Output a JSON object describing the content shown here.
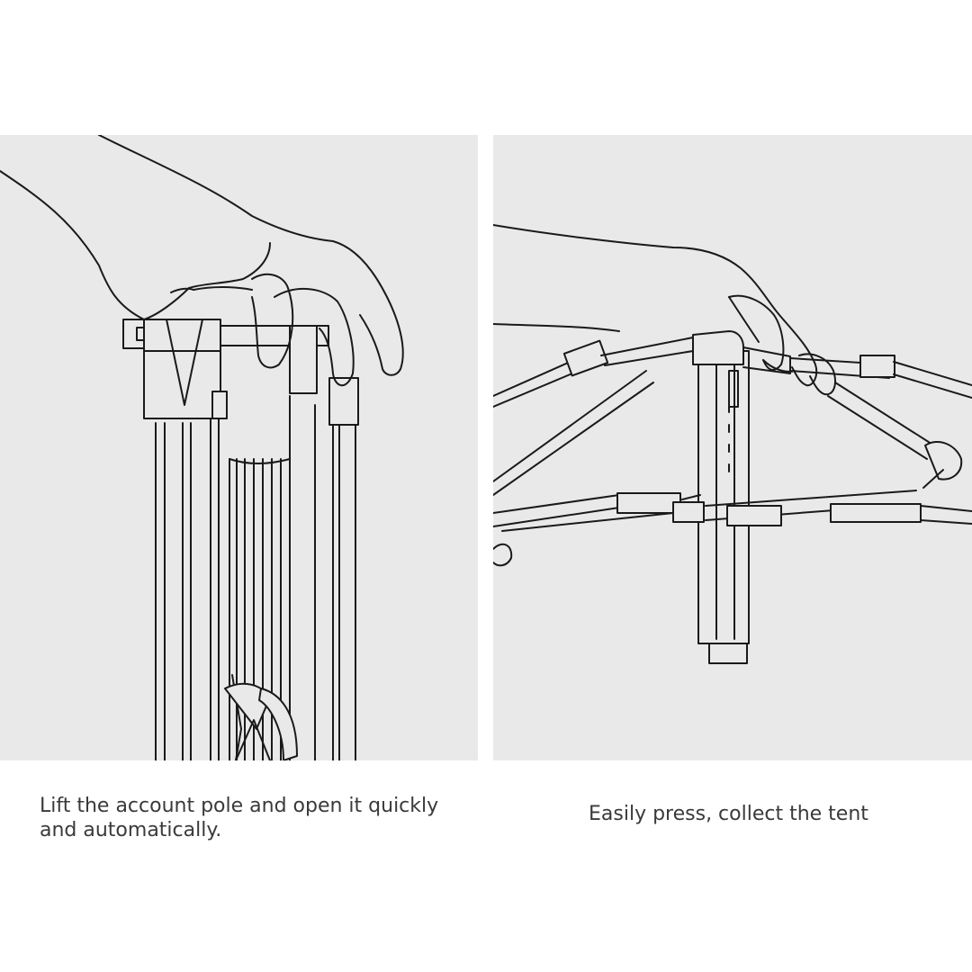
{
  "steps": [
    {
      "caption": "Lift the account pole and open it quickly and automatically.",
      "illustration_icon": "hand-lifting-pole-illustration"
    },
    {
      "caption": "Easily press, collect the tent",
      "illustration_icon": "hand-pressing-hub-illustration"
    }
  ],
  "colors": {
    "panel_background": "#e9e9e9",
    "line_art": "#1a1a1a",
    "caption_text": "#3a3a3a",
    "page_background": "#ffffff"
  }
}
